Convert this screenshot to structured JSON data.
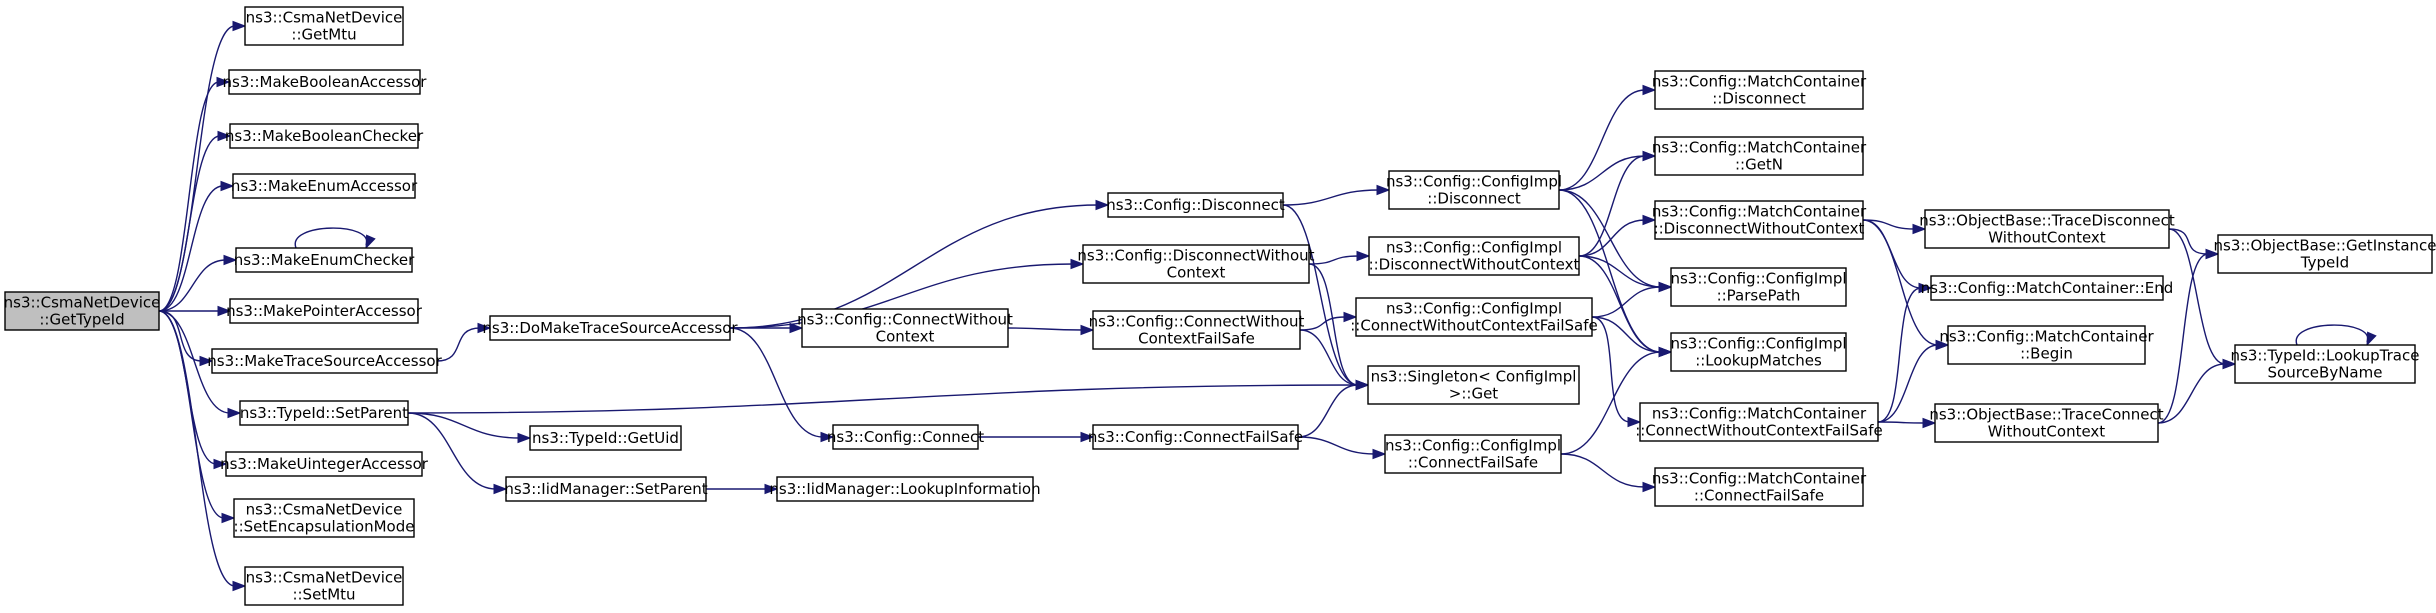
{
  "nodes": [
    {
      "id": "n0",
      "lines": [
        "ns3::CsmaNetDevice",
        "::GetTypeId"
      ],
      "root": true
    },
    {
      "id": "n1",
      "lines": [
        "ns3::CsmaNetDevice",
        "::GetMtu"
      ]
    },
    {
      "id": "n2",
      "lines": [
        "ns3::MakeBooleanAccessor"
      ]
    },
    {
      "id": "n3",
      "lines": [
        "ns3::MakeBooleanChecker"
      ]
    },
    {
      "id": "n4",
      "lines": [
        "ns3::MakeEnumAccessor"
      ]
    },
    {
      "id": "n5",
      "lines": [
        "ns3::MakeEnumChecker"
      ]
    },
    {
      "id": "n6",
      "lines": [
        "ns3::MakePointerAccessor"
      ]
    },
    {
      "id": "n7",
      "lines": [
        "ns3::MakeTraceSourceAccessor"
      ]
    },
    {
      "id": "n8",
      "lines": [
        "ns3::TypeId::SetParent"
      ]
    },
    {
      "id": "n9",
      "lines": [
        "ns3::MakeUintegerAccessor"
      ]
    },
    {
      "id": "n10",
      "lines": [
        "ns3::CsmaNetDevice",
        "::SetEncapsulationMode"
      ]
    },
    {
      "id": "n11",
      "lines": [
        "ns3::CsmaNetDevice",
        "::SetMtu"
      ]
    },
    {
      "id": "n12",
      "lines": [
        "ns3::DoMakeTraceSourceAccessor"
      ]
    },
    {
      "id": "n13",
      "lines": [
        "ns3::TypeId::GetUid"
      ]
    },
    {
      "id": "n14",
      "lines": [
        "ns3::IidManager::SetParent"
      ]
    },
    {
      "id": "n15",
      "lines": [
        "ns3::IidManager::LookupInformation"
      ]
    },
    {
      "id": "n16",
      "lines": [
        "ns3::Config::Disconnect"
      ]
    },
    {
      "id": "n17",
      "lines": [
        "ns3::Config::DisconnectWithout",
        "Context"
      ]
    },
    {
      "id": "n18",
      "lines": [
        "ns3::Config::ConnectWithout",
        "Context"
      ]
    },
    {
      "id": "n19",
      "lines": [
        "ns3::Config::Connect"
      ]
    },
    {
      "id": "n20",
      "lines": [
        "ns3::Config::ConnectWithout",
        "ContextFailSafe"
      ]
    },
    {
      "id": "n21",
      "lines": [
        "ns3::Config::ConnectFailSafe"
      ]
    },
    {
      "id": "n22",
      "lines": [
        "ns3::Config::ConfigImpl",
        "::Disconnect"
      ]
    },
    {
      "id": "n23",
      "lines": [
        "ns3::Config::ConfigImpl",
        "::DisconnectWithoutContext"
      ]
    },
    {
      "id": "n24",
      "lines": [
        "ns3::Config::ConfigImpl",
        "::ConnectWithoutContextFailSafe"
      ]
    },
    {
      "id": "n25",
      "lines": [
        "ns3::Singleton< ConfigImpl",
        " >::Get"
      ]
    },
    {
      "id": "n26",
      "lines": [
        "ns3::Config::ConfigImpl",
        "::ConnectFailSafe"
      ]
    },
    {
      "id": "n27",
      "lines": [
        "ns3::Config::MatchContainer",
        "::Disconnect"
      ]
    },
    {
      "id": "n28",
      "lines": [
        "ns3::Config::MatchContainer",
        "::GetN"
      ]
    },
    {
      "id": "n29",
      "lines": [
        "ns3::Config::MatchContainer",
        "::DisconnectWithoutContext"
      ]
    },
    {
      "id": "n30",
      "lines": [
        "ns3::Config::ConfigImpl",
        "::ParsePath"
      ]
    },
    {
      "id": "n31",
      "lines": [
        "ns3::Config::ConfigImpl",
        "::LookupMatches"
      ]
    },
    {
      "id": "n32",
      "lines": [
        "ns3::Config::MatchContainer",
        "::ConnectWithoutContextFailSafe"
      ]
    },
    {
      "id": "n33",
      "lines": [
        "ns3::Config::MatchContainer",
        "::ConnectFailSafe"
      ]
    },
    {
      "id": "n34",
      "lines": [
        "ns3::ObjectBase::TraceDisconnect",
        "WithoutContext"
      ]
    },
    {
      "id": "n35",
      "lines": [
        "ns3::Config::MatchContainer::End"
      ]
    },
    {
      "id": "n36",
      "lines": [
        "ns3::Config::MatchContainer",
        "::Begin"
      ]
    },
    {
      "id": "n37",
      "lines": [
        "ns3::ObjectBase::TraceConnect",
        "WithoutContext"
      ]
    },
    {
      "id": "n38",
      "lines": [
        "ns3::ObjectBase::GetInstance",
        "TypeId"
      ]
    },
    {
      "id": "n39",
      "lines": [
        "ns3::TypeId::LookupTrace",
        "SourceByName"
      ]
    }
  ],
  "edges": [
    [
      "n0",
      "n1"
    ],
    [
      "n0",
      "n2"
    ],
    [
      "n0",
      "n3"
    ],
    [
      "n0",
      "n4"
    ],
    [
      "n0",
      "n5"
    ],
    [
      "n0",
      "n6"
    ],
    [
      "n0",
      "n7"
    ],
    [
      "n0",
      "n8"
    ],
    [
      "n0",
      "n9"
    ],
    [
      "n0",
      "n10"
    ],
    [
      "n0",
      "n11"
    ],
    [
      "n5",
      "n5"
    ],
    [
      "n7",
      "n12"
    ],
    [
      "n8",
      "n25"
    ],
    [
      "n8",
      "n13"
    ],
    [
      "n8",
      "n14"
    ],
    [
      "n14",
      "n15"
    ],
    [
      "n12",
      "n16"
    ],
    [
      "n12",
      "n17"
    ],
    [
      "n12",
      "n18"
    ],
    [
      "n12",
      "n19"
    ],
    [
      "n16",
      "n22"
    ],
    [
      "n16",
      "n25"
    ],
    [
      "n17",
      "n23"
    ],
    [
      "n17",
      "n25"
    ],
    [
      "n18",
      "n20"
    ],
    [
      "n19",
      "n21"
    ],
    [
      "n20",
      "n24"
    ],
    [
      "n20",
      "n25"
    ],
    [
      "n21",
      "n25"
    ],
    [
      "n21",
      "n26"
    ],
    [
      "n22",
      "n27"
    ],
    [
      "n22",
      "n28"
    ],
    [
      "n22",
      "n30"
    ],
    [
      "n22",
      "n31"
    ],
    [
      "n23",
      "n28"
    ],
    [
      "n23",
      "n29"
    ],
    [
      "n23",
      "n30"
    ],
    [
      "n23",
      "n31"
    ],
    [
      "n24",
      "n30"
    ],
    [
      "n24",
      "n31"
    ],
    [
      "n24",
      "n32"
    ],
    [
      "n26",
      "n31"
    ],
    [
      "n26",
      "n33"
    ],
    [
      "n29",
      "n34"
    ],
    [
      "n29",
      "n35"
    ],
    [
      "n29",
      "n36"
    ],
    [
      "n32",
      "n35"
    ],
    [
      "n32",
      "n36"
    ],
    [
      "n32",
      "n37"
    ],
    [
      "n34",
      "n38"
    ],
    [
      "n34",
      "n39"
    ],
    [
      "n37",
      "n38"
    ],
    [
      "n37",
      "n39"
    ],
    [
      "n39",
      "n39"
    ]
  ]
}
